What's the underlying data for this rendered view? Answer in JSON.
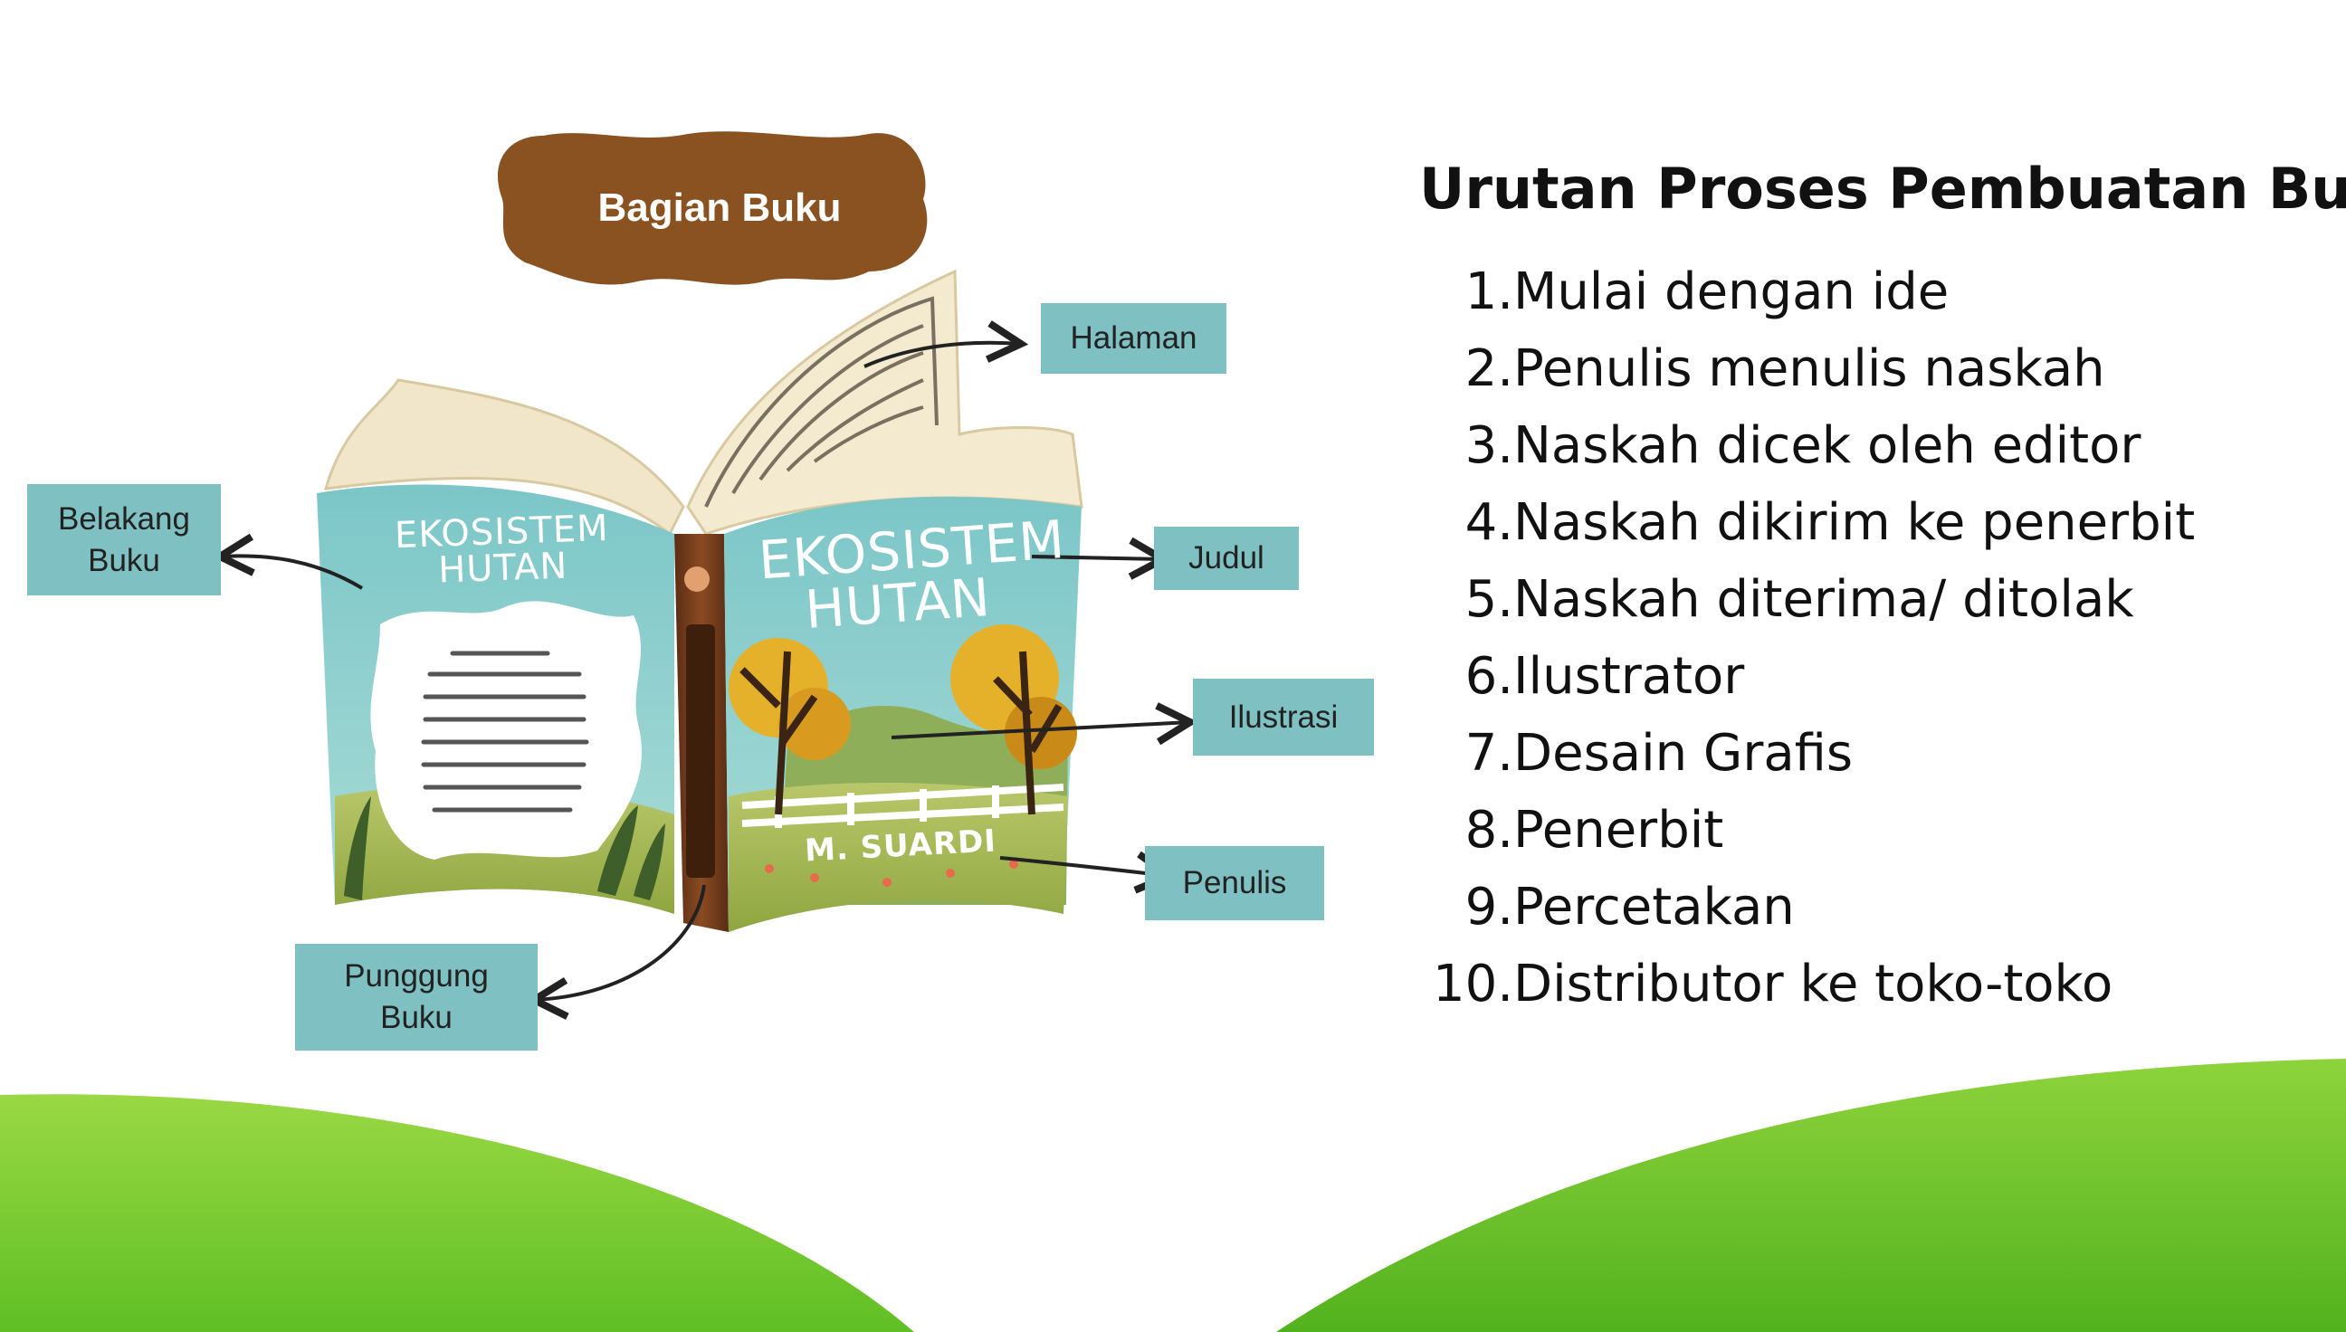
{
  "colors": {
    "grass_light": "#8fd33a",
    "grass_dark": "#55b820",
    "label_bg": "#7fc1c2",
    "title_cloud": "#8a5220",
    "spine": "#6e3a1c",
    "cover_sky": "#8ccfd0"
  },
  "diagram": {
    "title": "Bagian Buku",
    "cover": {
      "back_title_line1": "EKOSISTEM",
      "back_title_line2": "HUTAN",
      "front_title_line1": "EKOSISTEM",
      "front_title_line2": "HUTAN",
      "author": "M. SUARDI"
    },
    "labels": {
      "halaman": "Halaman",
      "belakang_line1": "Belakang",
      "belakang_line2": "Buku",
      "judul": "Judul",
      "ilustrasi": "Ilustrasi",
      "penulis": "Penulis",
      "punggung_line1": "Punggung",
      "punggung_line2": "Buku"
    }
  },
  "process": {
    "heading": "Urutan Proses Pembuatan Buku",
    "steps": [
      {
        "num": "1.",
        "text": "Mulai dengan ide"
      },
      {
        "num": "2.",
        "text": "Penulis menulis naskah"
      },
      {
        "num": "3.",
        "text": "Naskah dicek oleh editor"
      },
      {
        "num": "4.",
        "text": "Naskah dikirim ke penerbit"
      },
      {
        "num": "5.",
        "text": "Naskah diterima/ ditolak"
      },
      {
        "num": "6.",
        "text": "Ilustrator"
      },
      {
        "num": "7.",
        "text": "Desain Grafis"
      },
      {
        "num": "8.",
        "text": "Penerbit"
      },
      {
        "num": "9.",
        "text": "Percetakan"
      },
      {
        "num": "10.",
        "text": "Distributor ke toko-toko"
      }
    ]
  }
}
